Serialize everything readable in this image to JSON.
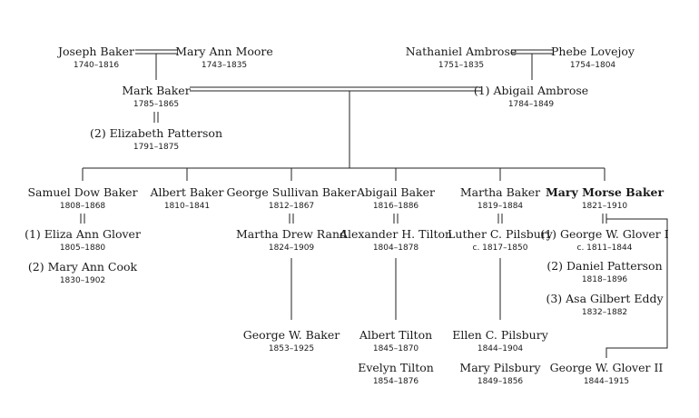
{
  "people": [
    {
      "id": "joseph",
      "name": "Joseph Baker",
      "dates": "1740–1816"
    },
    {
      "id": "maryann_moore",
      "name": "Mary Ann Moore",
      "dates": "1743–1835"
    },
    {
      "id": "nathaniel",
      "name": "Nathaniel Ambrose",
      "dates": "1751–1835"
    },
    {
      "id": "phebe",
      "name": "Phebe Lovejoy",
      "dates": "1754–1804"
    },
    {
      "id": "mark",
      "name": "Mark Baker",
      "dates": "1785–1865"
    },
    {
      "id": "abigail_ambrose",
      "name": "(1) Abigail Ambrose",
      "dates": "1784–1849"
    },
    {
      "id": "elizabeth",
      "name": "(2) Elizabeth Patterson",
      "dates": "1791–1875"
    },
    {
      "id": "samuel",
      "name": "Samuel Dow Baker",
      "dates": "1808–1868"
    },
    {
      "id": "eliza",
      "name": "(1) Eliza Ann Glover",
      "dates": "1805–1880"
    },
    {
      "id": "maryann_cook",
      "name": "(2) Mary Ann Cook",
      "dates": "1830–1902"
    },
    {
      "id": "albert",
      "name": "Albert Baker",
      "dates": "1810–1841"
    },
    {
      "id": "george_s",
      "name": "George Sullivan Baker",
      "dates": "1812–1867"
    },
    {
      "id": "martha_rand",
      "name": "Martha Drew Rand",
      "dates": "1824–1909"
    },
    {
      "id": "george_w_baker",
      "name": "George W. Baker",
      "dates": "1853–1925"
    },
    {
      "id": "abigail_baker",
      "name": "Abigail Baker",
      "dates": "1816–1886"
    },
    {
      "id": "alexander",
      "name": "Alexander H. Tilton",
      "dates": "1804–1878"
    },
    {
      "id": "albert_tilton",
      "name": "Albert Tilton",
      "dates": "1845–1870"
    },
    {
      "id": "evelyn",
      "name": "Evelyn Tilton",
      "dates": "1854–1876"
    },
    {
      "id": "martha_baker",
      "name": "Martha Baker",
      "dates": "1819–1884"
    },
    {
      "id": "luther",
      "name": "Luther C. Pilsbury",
      "dates": "c. 1817–1850"
    },
    {
      "id": "ellen",
      "name": "Ellen C. Pilsbury",
      "dates": "1844–1904"
    },
    {
      "id": "mary_pilsbury",
      "name": "Mary Pilsbury",
      "dates": "1849–1856"
    },
    {
      "id": "mary_morse",
      "name": "Mary Morse Baker",
      "dates": "1821–1910",
      "bold": true
    },
    {
      "id": "george_glover",
      "name": "(1) George W. Glover I",
      "dates": "c. 1811–1844"
    },
    {
      "id": "daniel",
      "name": "(2) Daniel Patterson",
      "dates": "1818–1896"
    },
    {
      "id": "asa",
      "name": "(3) Asa Gilbert Eddy",
      "dates": "1832–1882"
    },
    {
      "id": "glover_ii",
      "name": "George W. Glover II",
      "dates": "1844–1915"
    }
  ]
}
